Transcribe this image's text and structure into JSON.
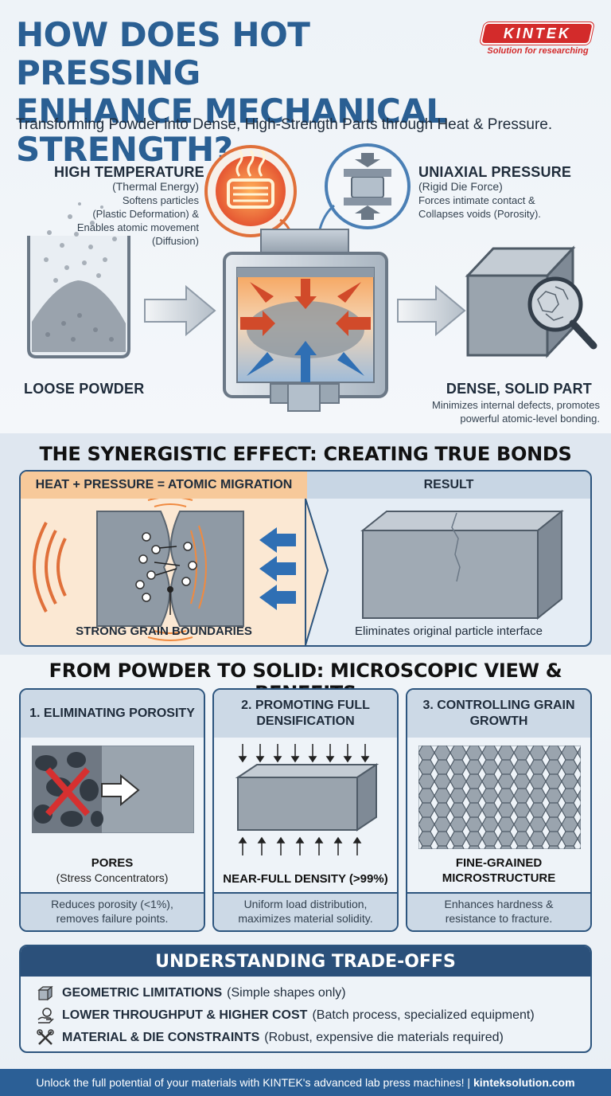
{
  "header": {
    "title_line1": "HOW DOES HOT PRESSING",
    "title_line2": "ENHANCE MECHANICAL STRENGTH?",
    "subtitle": "Transforming Powder into Dense, High-Strength Parts through Heat & Pressure.",
    "logo_text": "KINTEK",
    "logo_tagline": "Solution for researching"
  },
  "process": {
    "temp_title": "HIGH TEMPERATURE",
    "temp_sub": "(Thermal Energy)",
    "temp_desc_1": "Softens particles",
    "temp_desc_2": "(Plastic Deformation) &",
    "temp_desc_3": "Enables atomic movement",
    "temp_desc_4": "(Diffusion)",
    "pressure_title": "UNIAXIAL PRESSURE",
    "pressure_sub": "(Rigid Die Force)",
    "pressure_desc_1": "Forces intimate contact &",
    "pressure_desc_2": "Collapses voids (Porosity).",
    "loose_label": "LOOSE POWDER",
    "dense_label": "DENSE, SOLID PART",
    "dense_desc_1": "Minimizes internal defects, promotes",
    "dense_desc_2": "powerful atomic-level bonding."
  },
  "synergy": {
    "title": "THE SYNERGISTIC EFFECT: CREATING TRUE BONDS",
    "left_head": "HEAT + PRESSURE = ATOMIC MIGRATION",
    "right_head": "RESULT",
    "left_caption": "STRONG GRAIN BOUNDARIES",
    "right_caption": "Eliminates original particle interface"
  },
  "micro": {
    "title": "FROM POWDER TO SOLID: MICROSCOPIC VIEW & BENEFITS",
    "cards": [
      {
        "head": "1. ELIMINATING POROSITY",
        "caption": "PORES",
        "sub": "(Stress Concentrators)",
        "desc_1": "Reduces porosity (<1%),",
        "desc_2": "removes failure points."
      },
      {
        "head": "2. PROMOTING FULL DENSIFICATION",
        "caption": "NEAR-FULL DENSITY (>99%)",
        "sub": "",
        "desc_1": "Uniform load distribution,",
        "desc_2": "maximizes material solidity."
      },
      {
        "head": "3. CONTROLLING GRAIN GROWTH",
        "caption": "FINE-GRAINED MICROSTRUCTURE",
        "sub": "",
        "desc_1": "Enhances hardness &",
        "desc_2": "resistance to fracture."
      }
    ]
  },
  "tradeoffs": {
    "title": "UNDERSTANDING TRADE-OFFS",
    "items": [
      {
        "bold": "GEOMETRIC LIMITATIONS",
        "rest": "(Simple shapes only)",
        "icon": "cube-icon"
      },
      {
        "bold": "LOWER THROUGHPUT & HIGHER COST",
        "rest": "(Batch process, specialized equipment)",
        "icon": "hand-coin-icon"
      },
      {
        "bold": "MATERIAL & DIE CONSTRAINTS",
        "rest": "(Robust, expensive die materials required)",
        "icon": "tools-icon"
      }
    ]
  },
  "footer": {
    "text": "Unlock the full potential of your materials with KINTEK's advanced lab press machines! |",
    "link": "kinteksolution.com"
  }
}
